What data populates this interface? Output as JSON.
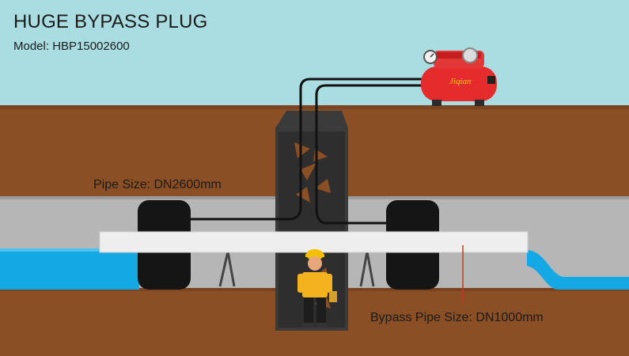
{
  "title": "HUGE BYPASS PLUG",
  "model": "Model: HBP15002600",
  "labels": {
    "pipe_size": "Pipe Size: DN2600mm",
    "bypass_pipe_size": "Bypass Pipe Size: DN1000mm"
  },
  "compressor_brand": "Jiqian",
  "colors": {
    "sky": "#a9dde2",
    "soil": "#8a4f24",
    "pipe": "#b6b6b6",
    "water": "#14a9e4",
    "plug": "#151515",
    "bypass_pipe": "#eeeeee",
    "compressor": "#e52b2b",
    "manhole": "#3b3b3b",
    "worker_shirt": "#f5b21f"
  },
  "icons": [
    "pressure-gauge-icon",
    "air-compressor-icon",
    "worker-icon",
    "plug-icon"
  ]
}
